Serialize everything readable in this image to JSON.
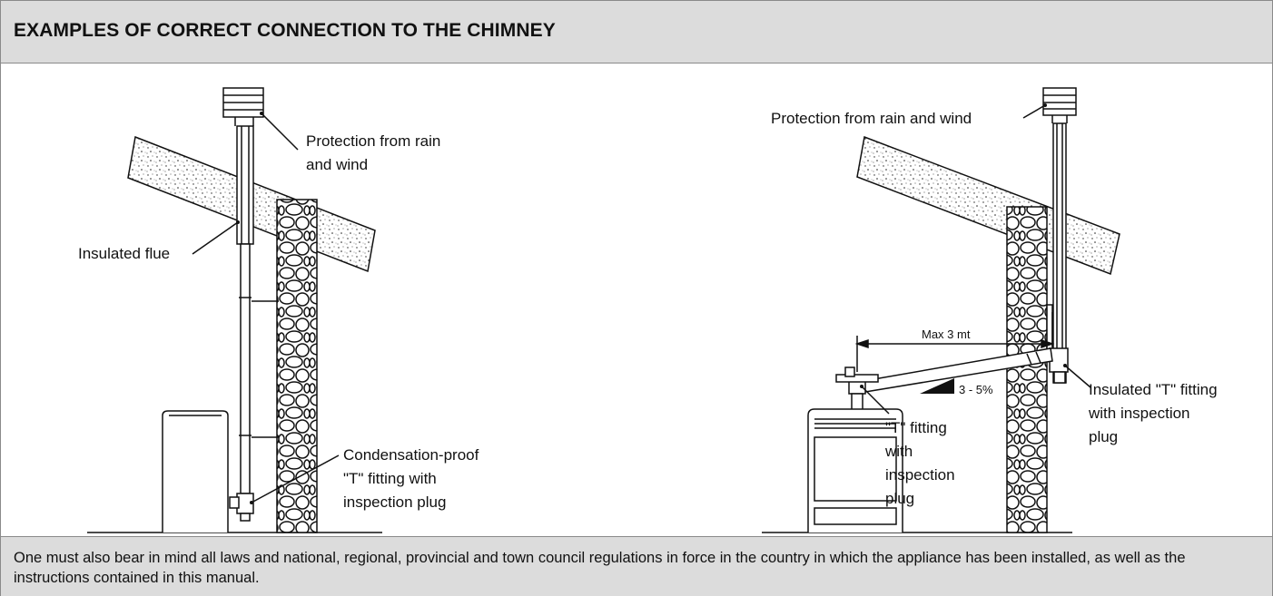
{
  "header": {
    "title": "EXAMPLES OF CORRECT CONNECTION TO THE CHIMNEY"
  },
  "left": {
    "protection_line1": "Protection from rain",
    "protection_line2": "and wind",
    "insulated_flue": "Insulated flue",
    "condensation_line1": "Condensation-proof",
    "condensation_line2": "\"T\" fitting with",
    "condensation_line3": "inspection plug"
  },
  "right": {
    "protection": "Protection from rain and wind",
    "max_length": "Max 3 mt",
    "slope": "3 - 5%",
    "t_fitting_line1": "\"T\" fitting",
    "t_fitting_line2": "with",
    "t_fitting_line3": "inspection",
    "t_fitting_line4": "plug",
    "insulated_t_line1": "Insulated \"T\" fitting",
    "insulated_t_line2": "with inspection",
    "insulated_t_line3": "plug"
  },
  "footer": {
    "note": "One must also bear in mind all laws and national, regional, provincial and town council regulations in force in the country in which the appliance has been installed, as well as the instructions contained in this manual."
  }
}
